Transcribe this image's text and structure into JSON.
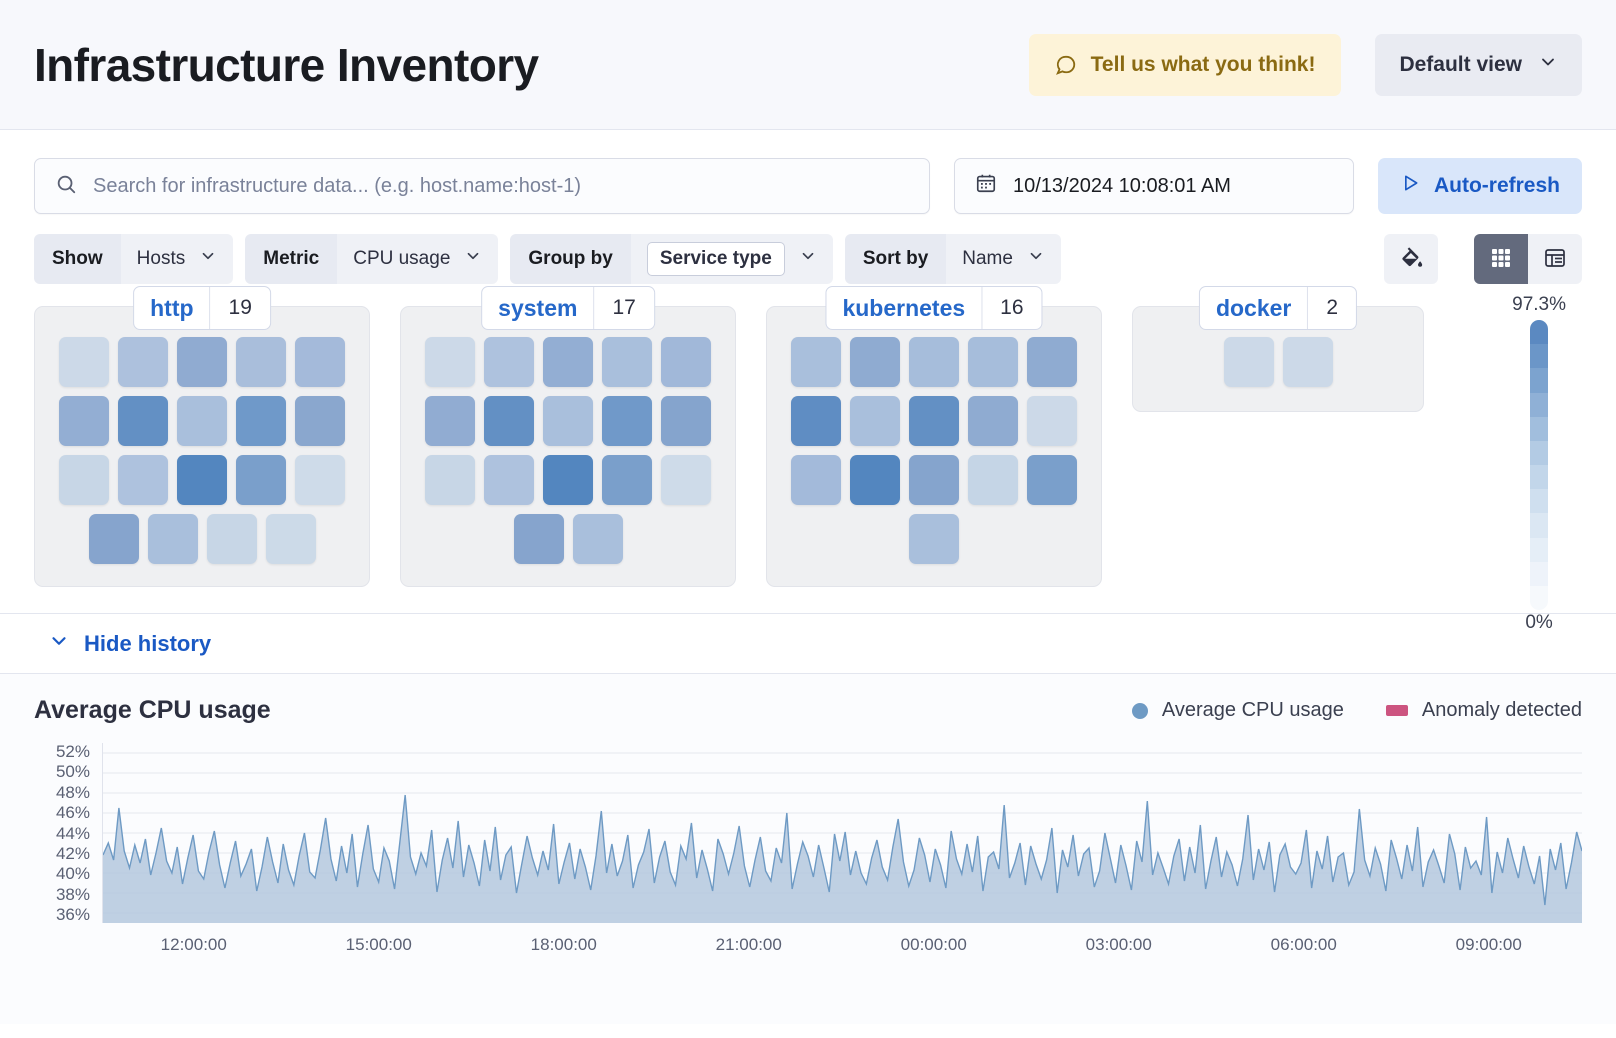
{
  "header": {
    "title": "Infrastructure Inventory",
    "feedback_label": "Tell us what you think!",
    "view_label": "Default view"
  },
  "search": {
    "placeholder": "Search for infrastructure data... (e.g. host.name:host-1)",
    "value": ""
  },
  "datepicker": {
    "value": "10/13/2024 10:08:01 AM"
  },
  "autorefresh": {
    "label": "Auto-refresh"
  },
  "filters": [
    {
      "label": "Show",
      "value": "Hosts",
      "pill": false
    },
    {
      "label": "Metric",
      "value": "CPU usage",
      "pill": false
    },
    {
      "label": "Group by",
      "value": "Service type",
      "pill": true
    },
    {
      "label": "Sort by",
      "value": "Name",
      "pill": false
    }
  ],
  "view_toggles": {
    "palette_icon": "paint-bucket-icon",
    "grid_icon": "grid-view-icon",
    "table_icon": "table-view-icon",
    "active": "grid"
  },
  "waffle": {
    "groups": [
      {
        "name": "http",
        "count": "19",
        "rows": [
          {
            "center": false,
            "cells": [
              "#ccd9e8",
              "#adc1dd",
              "#90abd1",
              "#a9bedb",
              "#a4bada"
            ]
          },
          {
            "center": false,
            "cells": [
              "#93aed3",
              "#6390c4",
              "#a9bfdc",
              "#6f99c9",
              "#8aa7ce"
            ]
          },
          {
            "center": false,
            "cells": [
              "#c7d6e6",
              "#aec2de",
              "#5386bf",
              "#7a9fcb",
              "#cedbe9"
            ]
          },
          {
            "center": true,
            "cells": [
              "#86a4cd",
              "#a9bfdc",
              "#c7d6e6",
              "#ccdae8"
            ]
          }
        ]
      },
      {
        "name": "system",
        "count": "17",
        "rows": [
          {
            "center": false,
            "cells": [
              "#ccd9e8",
              "#aec2de",
              "#93aed3",
              "#a9bfdc",
              "#a1b8d9"
            ]
          },
          {
            "center": false,
            "cells": [
              "#91acd2",
              "#6390c4",
              "#a9bfdc",
              "#7099c9",
              "#85a4cd"
            ]
          },
          {
            "center": false,
            "cells": [
              "#c7d6e6",
              "#aec2de",
              "#5386bf",
              "#7a9fcb",
              "#cedbe9"
            ]
          },
          {
            "center": true,
            "cells": [
              "#86a4cd",
              "#a9bfdc"
            ]
          }
        ]
      },
      {
        "name": "kubernetes",
        "count": "16",
        "rows": [
          {
            "center": false,
            "cells": [
              "#a9bfdc",
              "#8fabd1",
              "#a6bddb",
              "#a6bddb",
              "#8fabd1"
            ]
          },
          {
            "center": false,
            "cells": [
              "#5f8dc3",
              "#a9bfdc",
              "#6390c4",
              "#8fabd1",
              "#ccd9e8"
            ]
          },
          {
            "center": false,
            "cells": [
              "#a3baDA",
              "#5386bf",
              "#85a4cd",
              "#c5d5e6",
              "#7a9fcb"
            ]
          },
          {
            "center": true,
            "cells": [
              "#a9bfdc"
            ]
          }
        ]
      },
      {
        "name": "docker",
        "count": "2",
        "small": true,
        "rows": [
          {
            "center": true,
            "cells": [
              "#ccd9e8",
              "#ccd9e8"
            ]
          }
        ]
      }
    ],
    "scale": {
      "max_label": "97.3%",
      "min_label": "0%",
      "steps": [
        "#5b89c1",
        "#6b96c8",
        "#7ca3cf",
        "#8fb0d6",
        "#a1bedd",
        "#b3cbe4",
        "#c2d6ea",
        "#cfdfef",
        "#dbe7f3",
        "#e5eef7",
        "#eef3fa",
        "#f6f9fc"
      ]
    }
  },
  "history": {
    "toggle_label": "Hide history"
  },
  "chart_data": {
    "type": "area",
    "title": "Average CPU usage",
    "xlabel": "",
    "ylabel": "",
    "ylim": [
      35,
      53
    ],
    "grid": true,
    "legend_position": "top-right",
    "legend": [
      {
        "name": "Average CPU usage",
        "color": "#6e9ac4",
        "marker": "dot"
      },
      {
        "name": "Anomaly detected",
        "color": "#cc5480",
        "marker": "rect"
      }
    ],
    "yticks": [
      "52%",
      "50%",
      "48%",
      "46%",
      "44%",
      "42%",
      "40%",
      "38%",
      "36%"
    ],
    "ytick_values": [
      52,
      50,
      48,
      46,
      44,
      42,
      40,
      38,
      36
    ],
    "xticks": [
      "12:00:00",
      "15:00:00",
      "18:00:00",
      "21:00:00",
      "00:00:00",
      "03:00:00",
      "06:00:00",
      "09:00:00"
    ],
    "xtick_positions": [
      0.062,
      0.187,
      0.312,
      0.437,
      0.562,
      0.687,
      0.812,
      0.937
    ],
    "series": [
      {
        "name": "Average CPU usage",
        "color": "#6e9ac4",
        "fill": "#b4c8de",
        "values": [
          41.8,
          43.0,
          41.3,
          46.5,
          42.2,
          40.5,
          42.8,
          41.0,
          43.4,
          39.8,
          42.0,
          44.5,
          41.2,
          40.0,
          42.6,
          38.9,
          41.5,
          43.8,
          40.2,
          39.4,
          42.1,
          44.2,
          40.8,
          38.5,
          41.0,
          43.2,
          39.7,
          40.9,
          42.4,
          38.2,
          40.6,
          43.6,
          41.1,
          39.0,
          42.9,
          40.3,
          38.8,
          41.7,
          44.0,
          40.1,
          39.5,
          42.3,
          45.5,
          41.4,
          39.2,
          42.7,
          40.0,
          43.9,
          38.6,
          41.9,
          44.8,
          40.4,
          39.1,
          42.5,
          41.2,
          38.4,
          43.1,
          47.8,
          41.6,
          39.9,
          42.0,
          40.7,
          44.3,
          38.1,
          41.3,
          43.5,
          40.5,
          45.2,
          39.6,
          42.8,
          41.0,
          38.7,
          43.3,
          40.2,
          44.6,
          39.3,
          41.8,
          42.6,
          38.0,
          40.9,
          43.7,
          41.5,
          39.8,
          42.2,
          40.3,
          44.9,
          38.9,
          41.1,
          43.0,
          39.4,
          42.4,
          40.6,
          38.3,
          41.7,
          46.2,
          40.0,
          42.9,
          39.7,
          41.2,
          43.8,
          38.5,
          40.8,
          42.1,
          44.4,
          39.0,
          41.6,
          43.2,
          40.1,
          38.8,
          42.7,
          41.4,
          45.0,
          39.5,
          42.3,
          40.4,
          38.2,
          43.4,
          41.9,
          39.9,
          42.0,
          44.7,
          40.7,
          38.6,
          41.3,
          43.6,
          40.2,
          39.2,
          42.5,
          41.0,
          46.0,
          38.4,
          40.9,
          43.1,
          41.7,
          39.6,
          42.8,
          40.5,
          38.1,
          43.9,
          41.2,
          44.1,
          39.8,
          42.2,
          40.0,
          38.9,
          41.5,
          43.3,
          40.6,
          39.3,
          42.6,
          45.4,
          41.1,
          38.7,
          40.3,
          43.5,
          41.8,
          39.1,
          42.4,
          40.8,
          38.5,
          44.2,
          41.4,
          39.9,
          42.9,
          40.1,
          43.7,
          38.2,
          41.6,
          42.1,
          40.4,
          46.8,
          39.5,
          41.0,
          43.0,
          38.8,
          42.7,
          40.9,
          39.4,
          41.3,
          44.5,
          38.0,
          42.3,
          40.6,
          43.8,
          39.7,
          41.9,
          42.5,
          38.6,
          40.2,
          44.0,
          41.5,
          39.0,
          42.8,
          40.7,
          38.3,
          43.2,
          41.1,
          47.2,
          39.8,
          42.0,
          40.5,
          38.9,
          41.7,
          43.4,
          39.2,
          42.6,
          40.0,
          44.8,
          38.4,
          41.2,
          43.6,
          39.6,
          42.1,
          40.8,
          38.7,
          41.4,
          45.8,
          39.3,
          42.4,
          40.3,
          43.1,
          38.1,
          41.8,
          42.9,
          40.6,
          39.9,
          41.0,
          44.3,
          38.5,
          42.2,
          40.4,
          43.7,
          39.1,
          41.6,
          42.0,
          38.8,
          40.1,
          46.4,
          41.3,
          39.7,
          42.5,
          40.9,
          38.2,
          43.3,
          41.5,
          39.4,
          42.8,
          40.2,
          44.6,
          38.6,
          41.1,
          42.3,
          40.7,
          39.0,
          43.9,
          41.9,
          38.3,
          42.6,
          40.5,
          41.2,
          39.8,
          45.6,
          38.0,
          42.1,
          40.0,
          43.5,
          41.4,
          39.5,
          42.7,
          40.6,
          38.9,
          41.7,
          36.8,
          42.4,
          40.3,
          43.0,
          38.4,
          41.0,
          44.1,
          42.2
        ]
      }
    ]
  }
}
